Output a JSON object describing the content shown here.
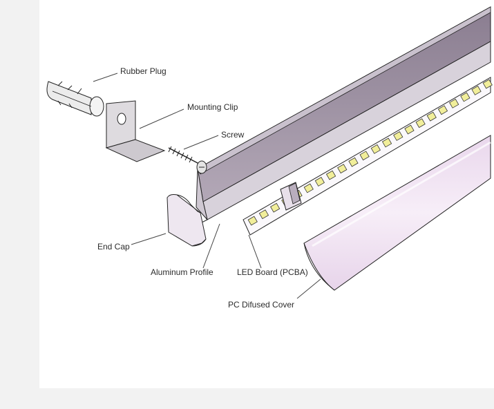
{
  "labels": {
    "rubber_plug": "Rubber Plug",
    "mounting_clip": "Mounting Clip",
    "screw": "Screw",
    "end_cap": "End Cap",
    "aluminum_profile": "Aluminum Profile",
    "led_board": "LED Board (PCBA)",
    "cover": "PC Difused Cover"
  },
  "colors": {
    "background": "#ffffff",
    "frame": "#f2f2f2",
    "profile_face": "#9b8ea0",
    "profile_light": "#d9d4dc",
    "cover": "#ecdcee",
    "led_chip": "#f1ee9a",
    "outline": "#222222"
  }
}
